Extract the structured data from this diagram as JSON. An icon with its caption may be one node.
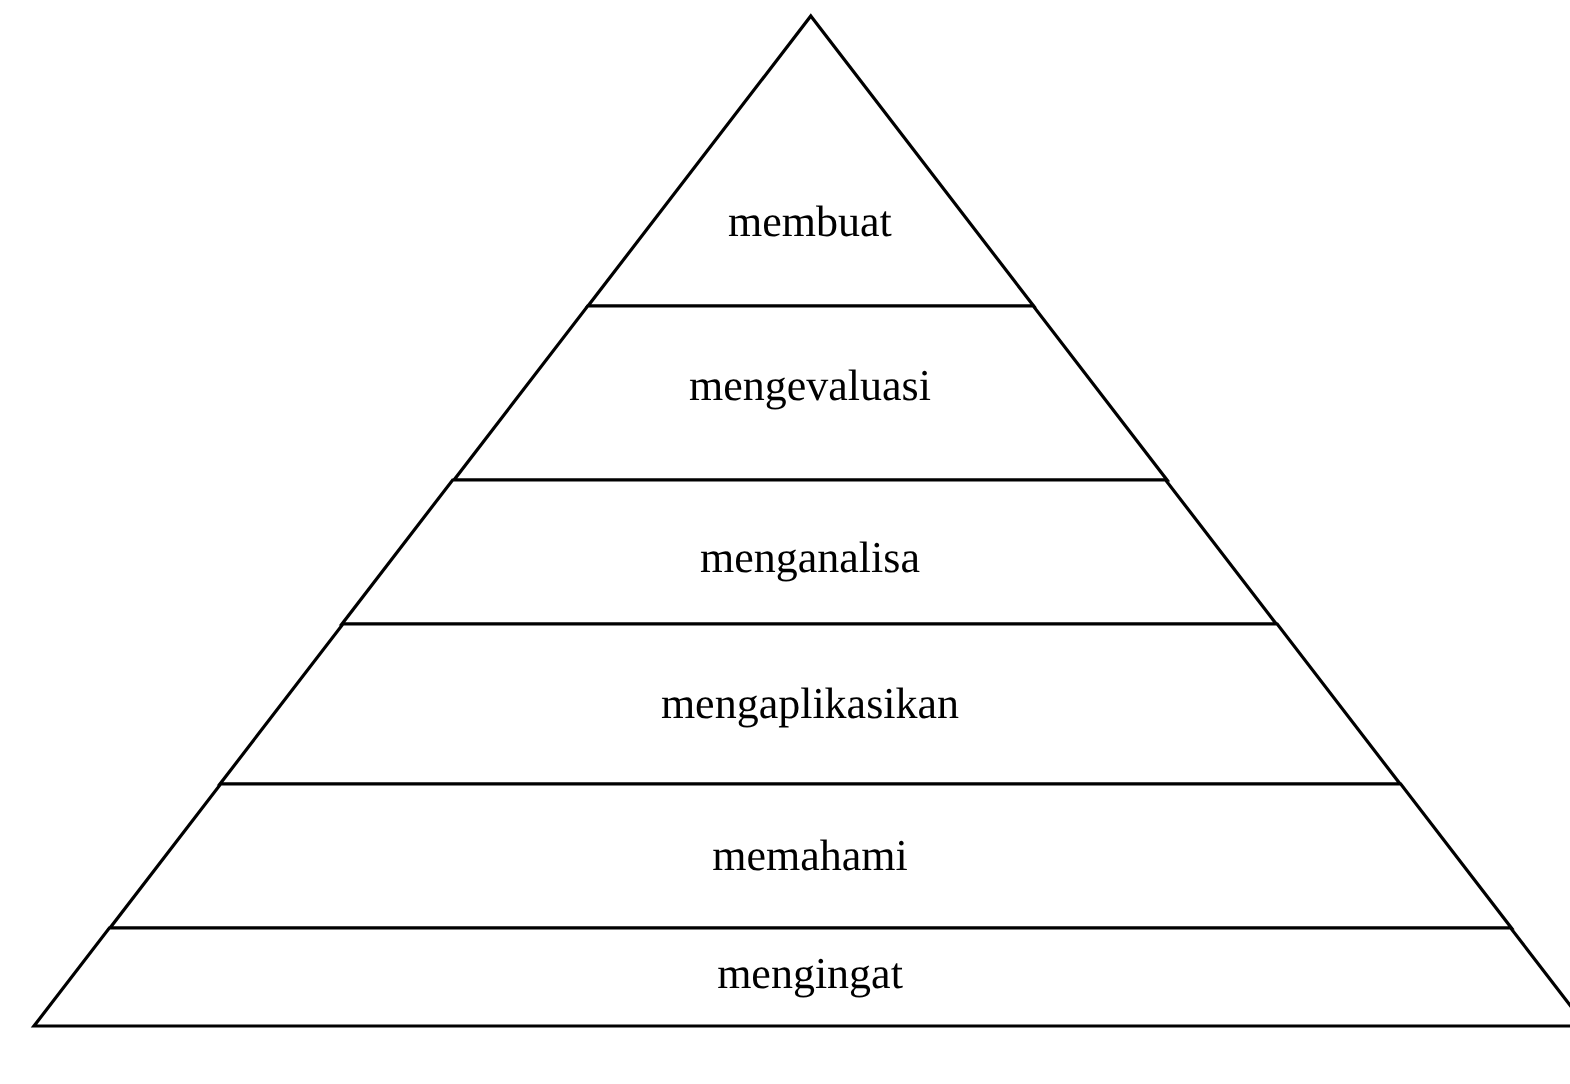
{
  "diagram": {
    "nodes": [
      {
        "text": [
          "membuat"
        ]
      },
      {
        "text": [
          "mengevaluasi"
        ]
      },
      {
        "text": [
          "menganalisa"
        ]
      },
      {
        "text": [
          "mengaplikasikan"
        ]
      },
      {
        "text": [
          "memahami"
        ]
      },
      {
        "text": [
          "mengingat"
        ]
      }
    ]
  }
}
